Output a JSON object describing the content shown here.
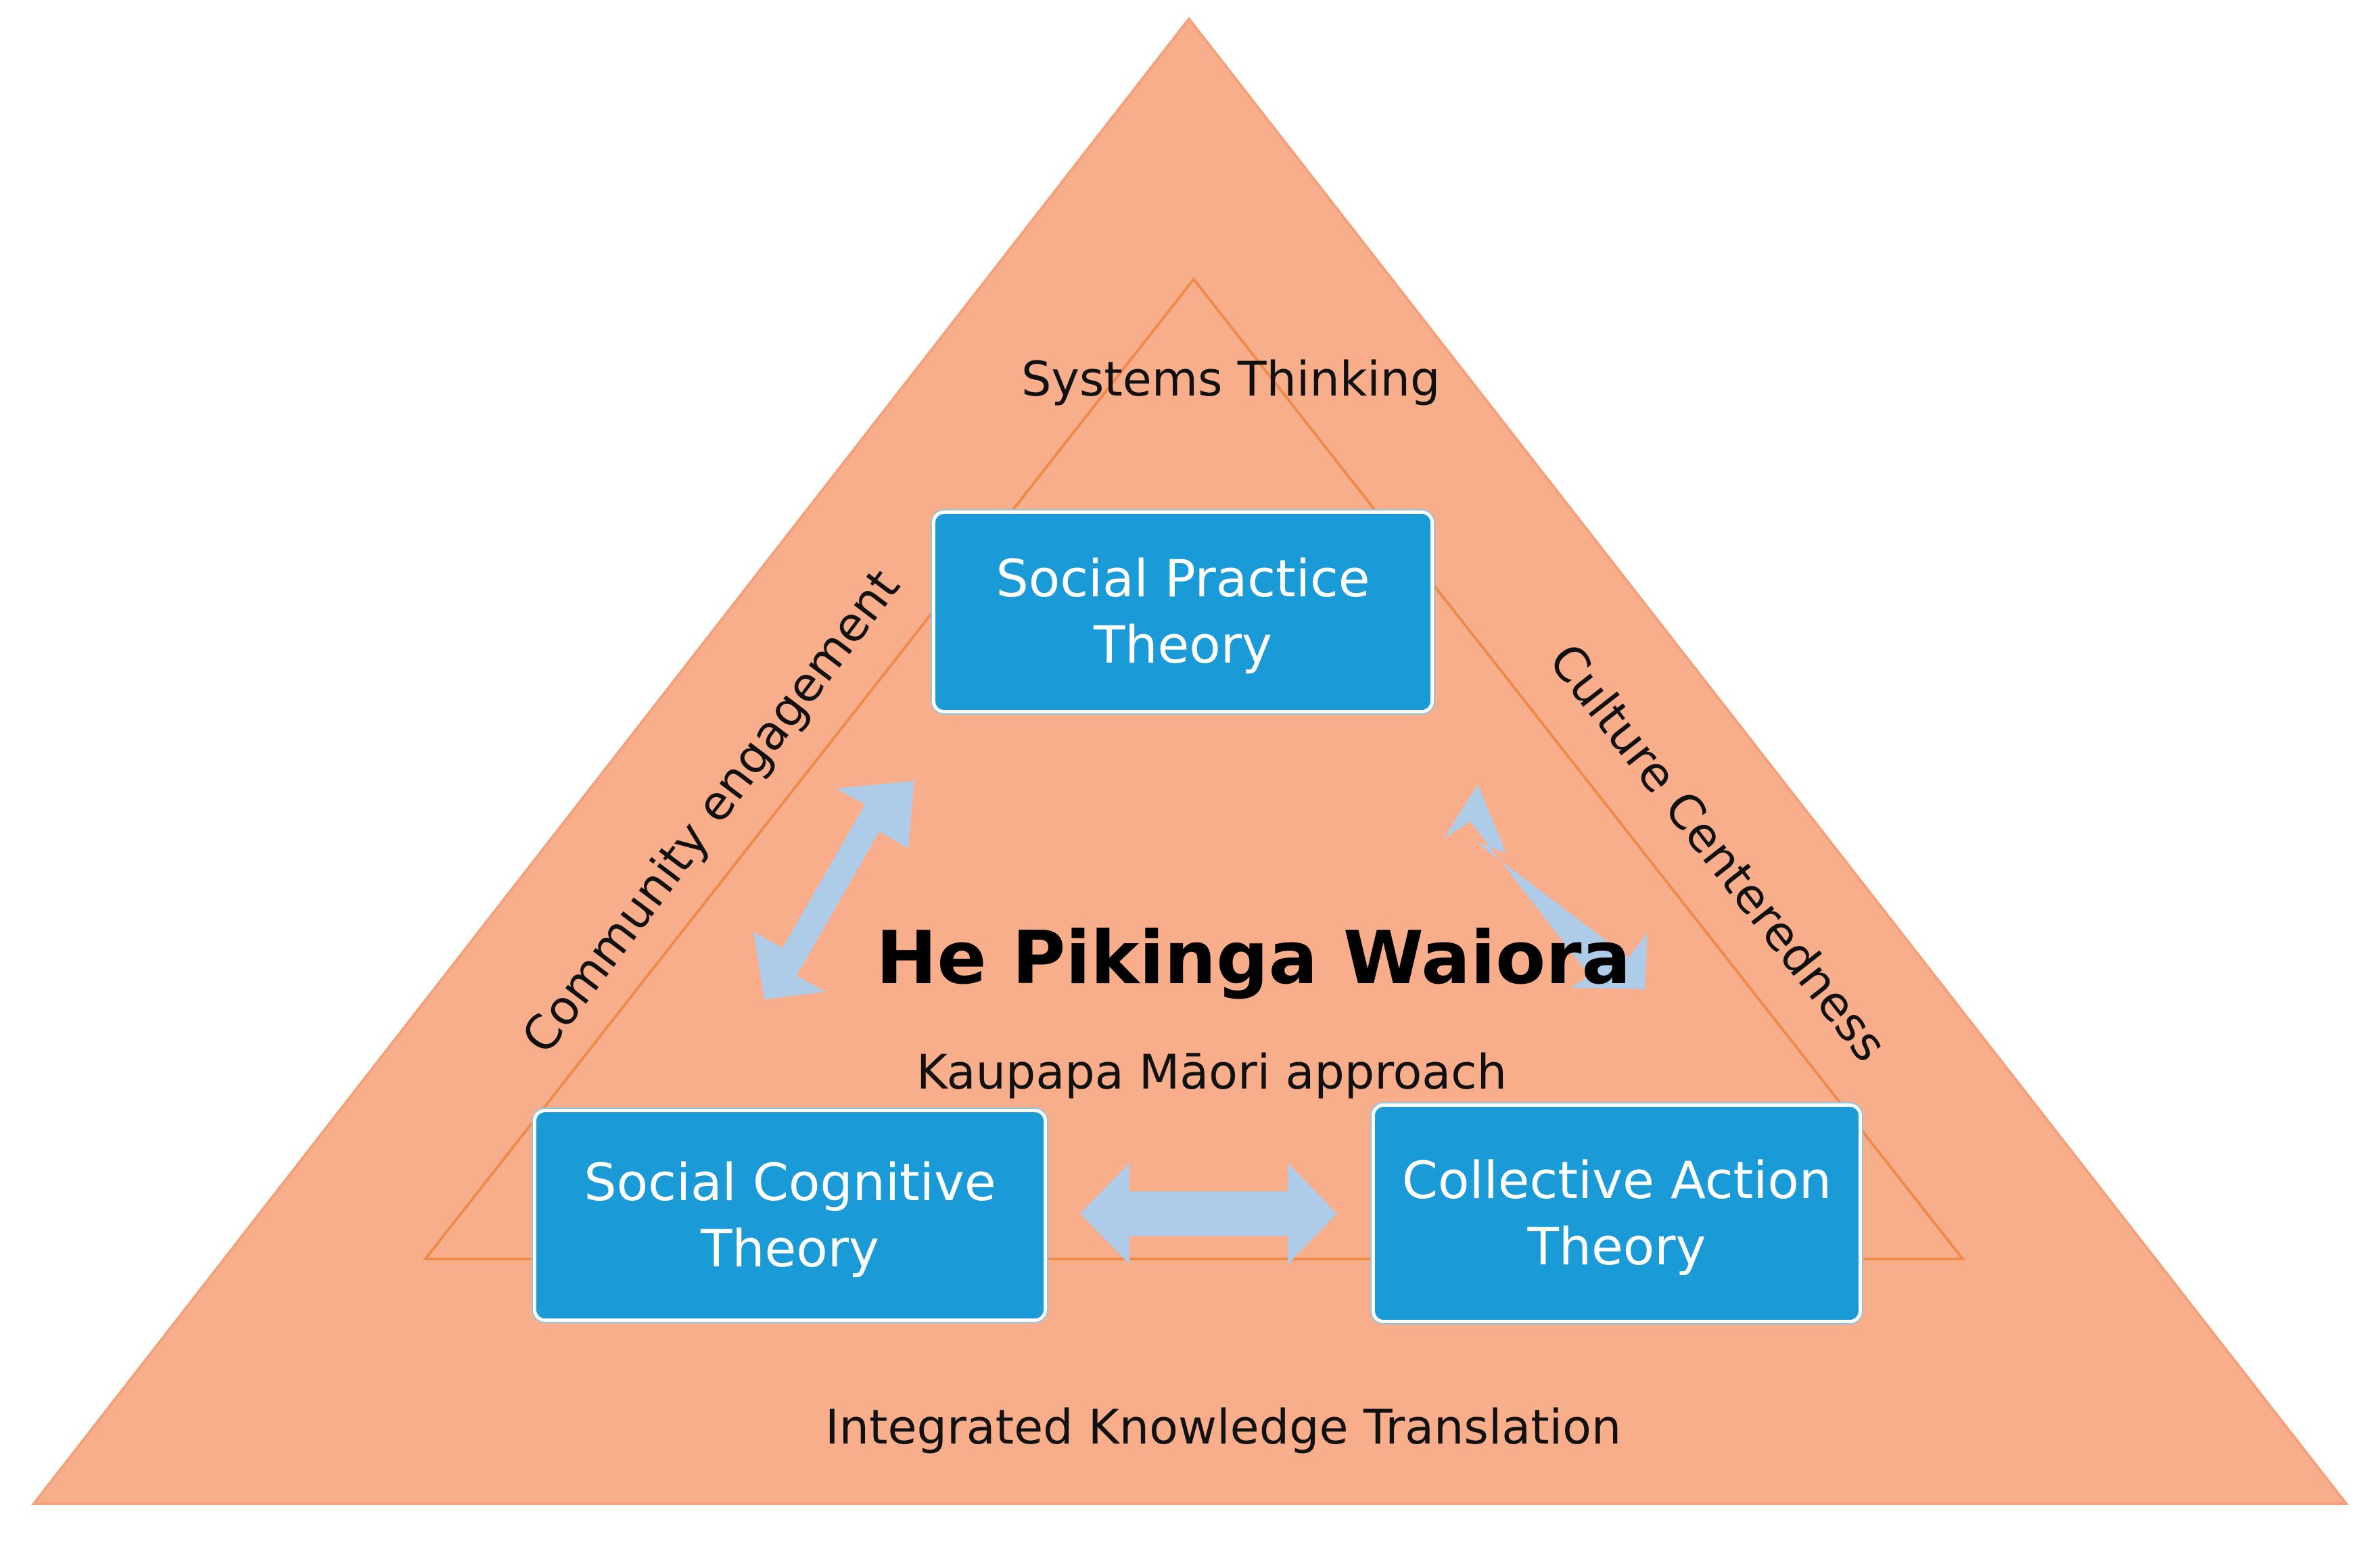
{
  "diagram": {
    "center_title": "He Pikinga Waiora",
    "center_subtitle": "Kaupapa Māori approach",
    "outer_labels": {
      "top": "Systems Thinking",
      "left": "Community engagement",
      "right": "Culture Centeredness",
      "bottom": "Integrated Knowledge Translation"
    },
    "theories": {
      "top": {
        "line1": "Social Practice",
        "line2": "Theory"
      },
      "left": {
        "line1": "Social Cognitive",
        "line2": "Theory"
      },
      "right": {
        "line1": "Collective Action",
        "line2": "Theory"
      }
    }
  },
  "colors": {
    "triangle_fill": "#f8ad8b",
    "triangle_stroke": "#f08a4b",
    "box_fill": "#1a9ad6",
    "arrow_fill": "#aecbe8",
    "text": "#111111"
  }
}
